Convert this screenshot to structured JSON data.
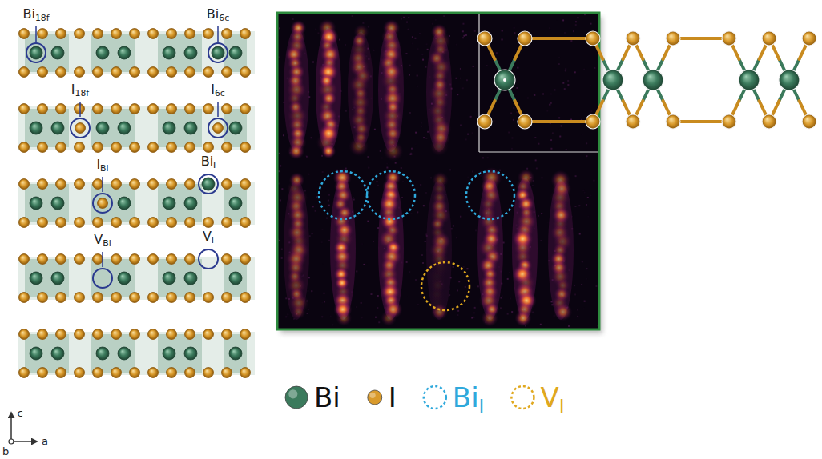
{
  "diagram": {
    "labels": [
      "Bi18f",
      "Bi6c",
      "I18f",
      "I6c",
      "IBi",
      "BiI",
      "VBi",
      "VI",
      "c",
      "b",
      "a"
    ],
    "legend": [
      {
        "text": "Bi",
        "color": "#3b7a5c"
      },
      {
        "text": "I",
        "color": "#d99a2b"
      },
      {
        "text": "BiI"
      },
      {
        "text": "VI"
      }
    ]
  }
}
